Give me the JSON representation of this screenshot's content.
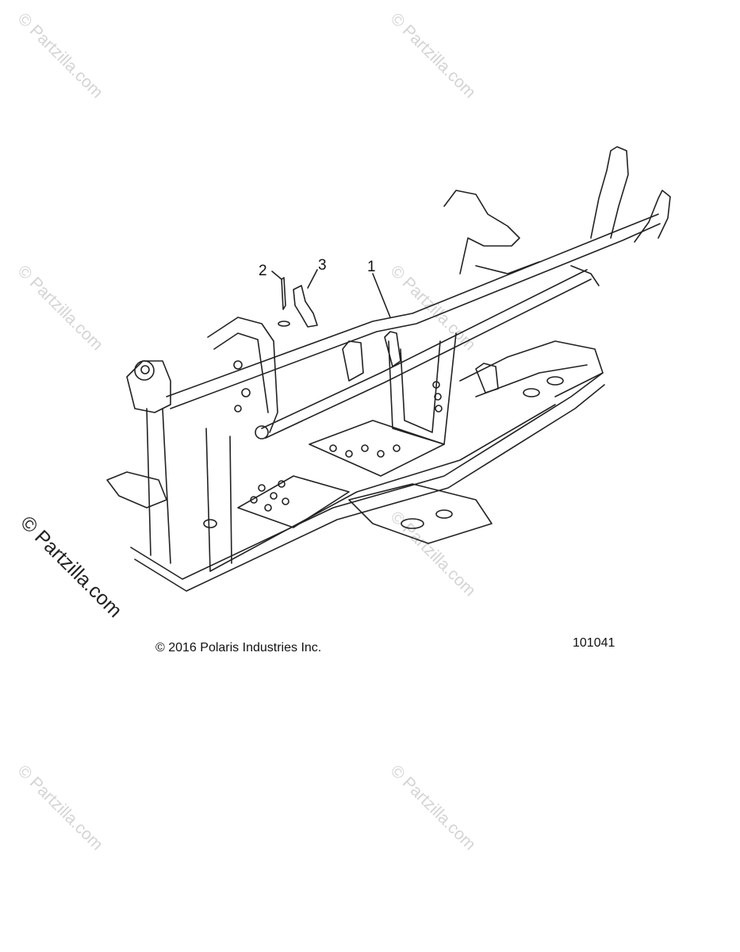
{
  "watermark": {
    "text": "© Partzilla.com"
  },
  "callouts": [
    {
      "label": "1"
    },
    {
      "label": "2"
    },
    {
      "label": "3"
    }
  ],
  "footer": {
    "copyright": "© 2016 Polaris Industries Inc.",
    "diagram_id": "101041"
  }
}
